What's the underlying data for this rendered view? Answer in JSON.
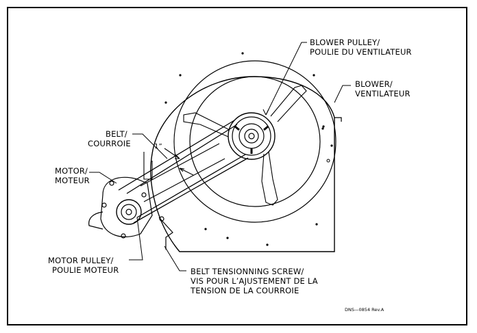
{
  "labels": {
    "blower_pulley": [
      "BLOWER PULLEY/",
      "POULIE DU VENTILATEUR"
    ],
    "blower": [
      "BLOWER/",
      "VENTILATEUR"
    ],
    "belt": [
      "BELT/",
      "COURROIE"
    ],
    "motor": [
      "MOTOR/",
      "MOTEUR"
    ],
    "motor_pulley": [
      "MOTOR PULLEY/",
      "POULIE MOTEUR"
    ],
    "tension_screw": [
      "BELT TENSIONNING SCREW/",
      "VIS POUR L’AJUSTEMENT DE LA",
      "TENSION DE LA COURROIE"
    ],
    "dimension": "1”",
    "drawing_number": "DNS—0854 Rev.A"
  }
}
